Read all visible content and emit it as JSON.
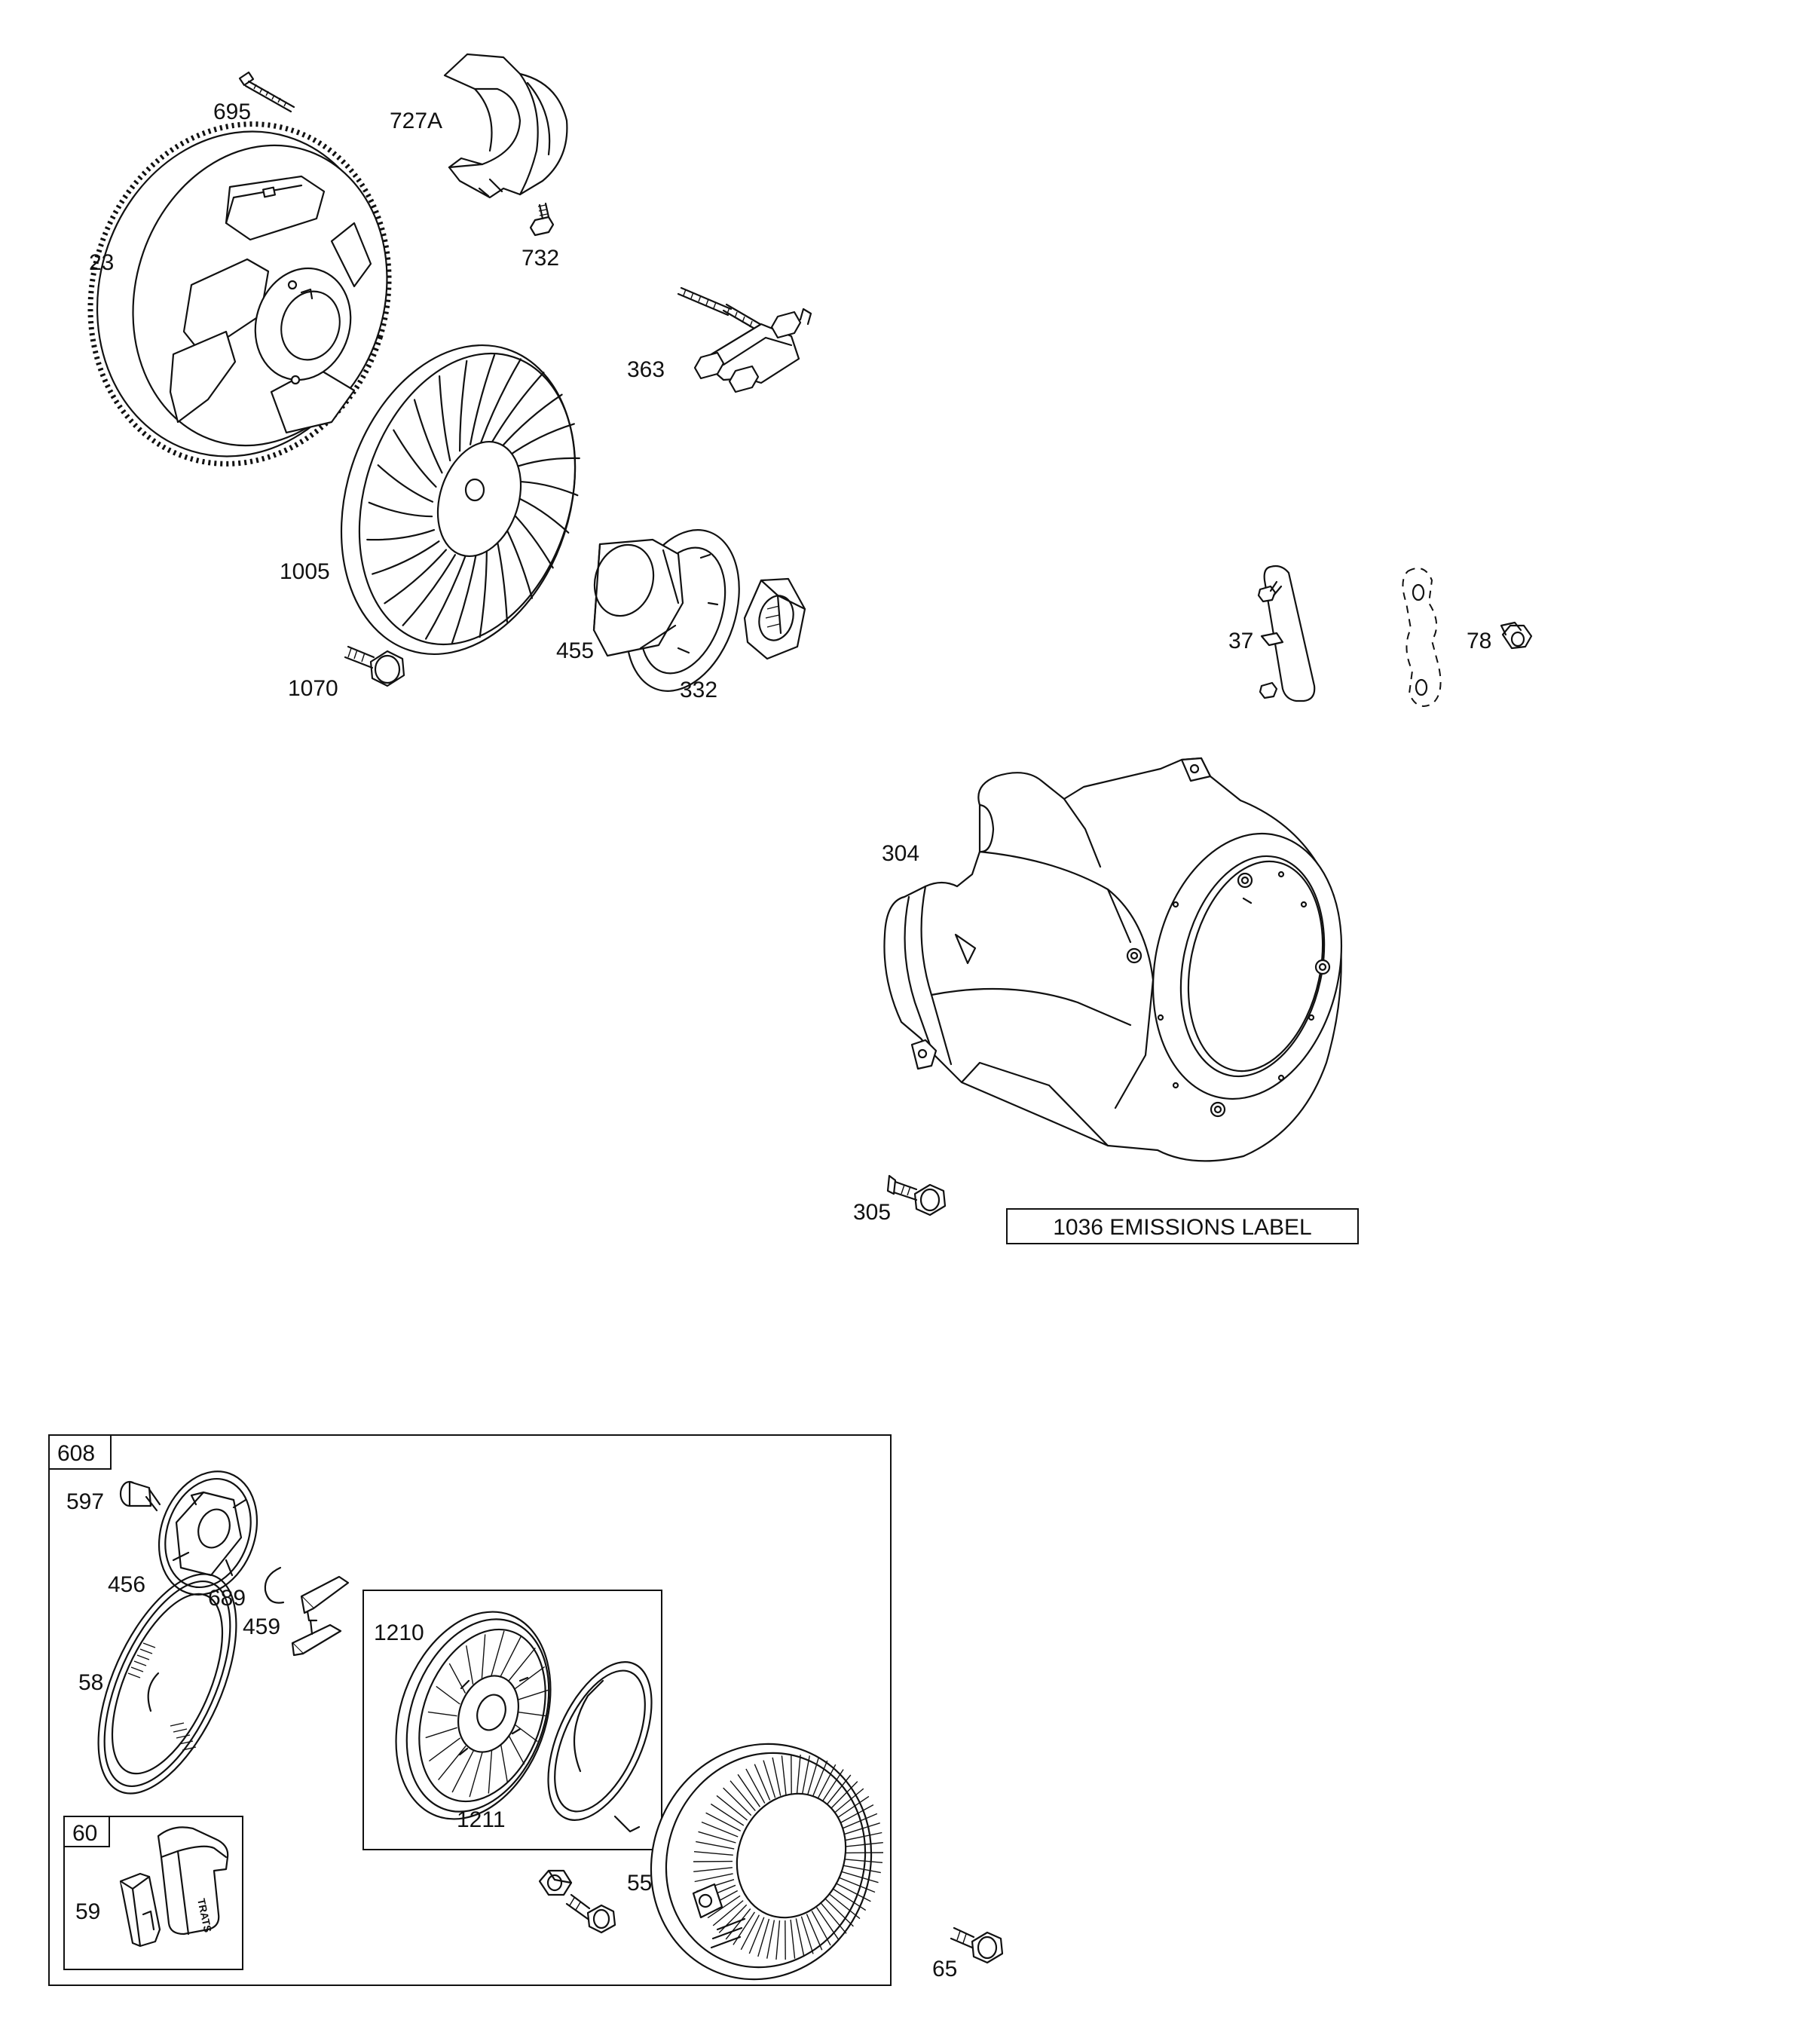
{
  "parts": [
    {
      "id": "695",
      "label": "695"
    },
    {
      "id": "727a",
      "label": "727A"
    },
    {
      "id": "732",
      "label": "732"
    },
    {
      "id": "23",
      "label": "23"
    },
    {
      "id": "363",
      "label": "363"
    },
    {
      "id": "1005",
      "label": "1005"
    },
    {
      "id": "455",
      "label": "455"
    },
    {
      "id": "332",
      "label": "332"
    },
    {
      "id": "1070",
      "label": "1070"
    },
    {
      "id": "37",
      "label": "37"
    },
    {
      "id": "78",
      "label": "78"
    },
    {
      "id": "304",
      "label": "304"
    },
    {
      "id": "305",
      "label": "305"
    },
    {
      "id": "608",
      "label": "608"
    },
    {
      "id": "597",
      "label": "597"
    },
    {
      "id": "456",
      "label": "456"
    },
    {
      "id": "689",
      "label": "689"
    },
    {
      "id": "459",
      "label": "459"
    },
    {
      "id": "58",
      "label": "58"
    },
    {
      "id": "1210",
      "label": "1210"
    },
    {
      "id": "1211",
      "label": "1211"
    },
    {
      "id": "60",
      "label": "60"
    },
    {
      "id": "59",
      "label": "59"
    },
    {
      "id": "55",
      "label": "55"
    },
    {
      "id": "65",
      "label": "65"
    }
  ],
  "emissions_label": "1036 EMISSIONS LABEL",
  "handle_text": "TRATS"
}
